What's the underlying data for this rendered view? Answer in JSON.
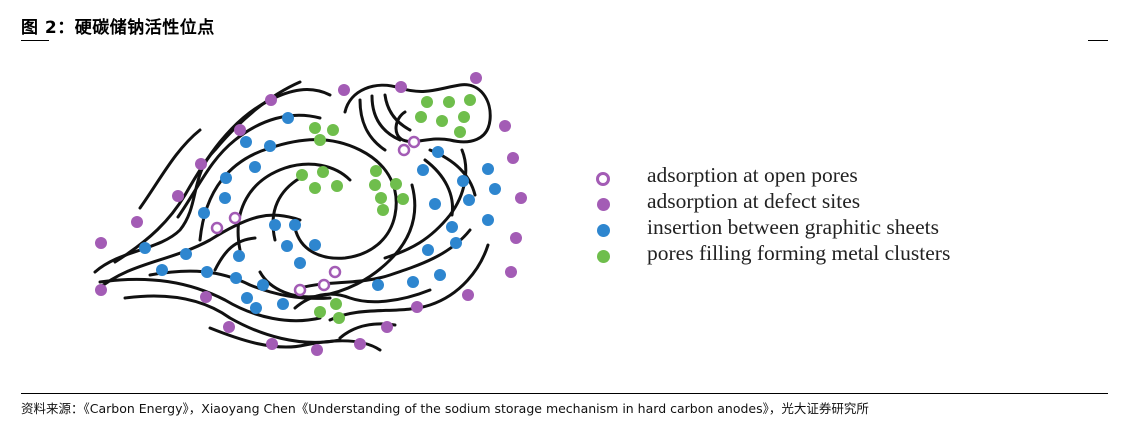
{
  "title": "图 2：硬碳储钠活性位点",
  "legend": [
    {
      "label": "adsorption at open pores",
      "marker": "open-circle",
      "color": "#a35cb5"
    },
    {
      "label": "adsorption at defect sites",
      "marker": "filled-circle",
      "color": "#a35cb5"
    },
    {
      "label": "insertion between graphitic sheets",
      "marker": "filled-circle",
      "color": "#2e86cf"
    },
    {
      "label": "pores filling forming metal clusters",
      "marker": "filled-circle",
      "color": "#6fbe4c"
    }
  ],
  "source": "资料来源：《Carbon Energy》，Xiaoyang Chen《Understanding of the sodium storage mechanism in hard carbon anodes》，光大证券研究所"
}
